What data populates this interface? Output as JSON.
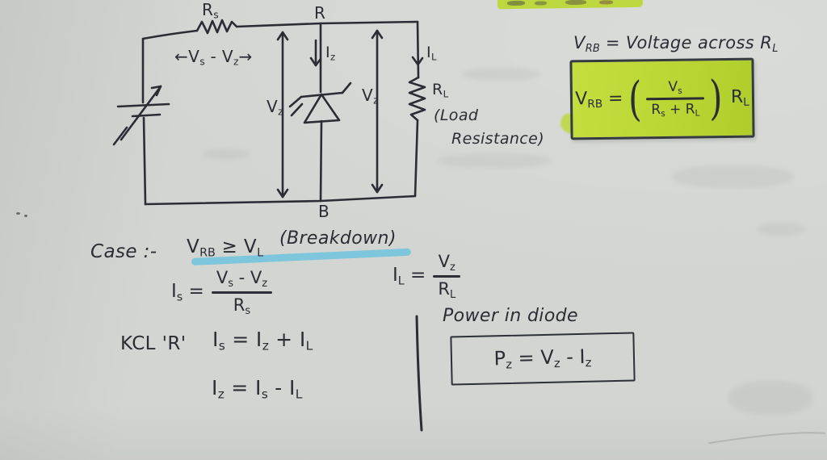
{
  "colors": {
    "ink": "#2a2e34",
    "paper": "#d2d5d1",
    "highlight": "#bcd836",
    "underline": "#6ec3de"
  },
  "circuit": {
    "labels": {
      "rs": "R~s~",
      "node_top": "R",
      "node_bottom": "B",
      "vs_drop": "←V~s~ - V~z~→",
      "vz_left": "V~z~",
      "vz_right": "V~z~",
      "iz": "I~z~",
      "il": "I~L~",
      "rl": "R~L~",
      "load_1": "(Load",
      "load_2": "Resistance)"
    }
  },
  "vrb_note": {
    "definition": "V~RB~ = Voltage across R~L~",
    "formula": {
      "lhs": "V~RB~ =",
      "open": "(",
      "num": "V~s~",
      "den": "R~s~ + R~L~",
      "close": ")",
      "factor": "R~L~"
    }
  },
  "case_section": {
    "label": "Case :-",
    "condition": "V~RB~ ≥ V~L~",
    "note": "(Breakdown)",
    "is_eq": {
      "lhs": "I~s~ =",
      "num": "V~s~ - V~z~",
      "den": "R~s~"
    },
    "il_eq": {
      "lhs": "I~L~ =",
      "num": "V~z~",
      "den": "R~L~"
    },
    "kcl_label": "KCL 'R'",
    "kcl_eq1": "I~s~ = I~z~ + I~L~",
    "kcl_eq2": "I~z~ = I~s~ - I~L~"
  },
  "power_section": {
    "heading": "Power in diode",
    "formula": "P~z~ = V~z~ - I~z~"
  }
}
